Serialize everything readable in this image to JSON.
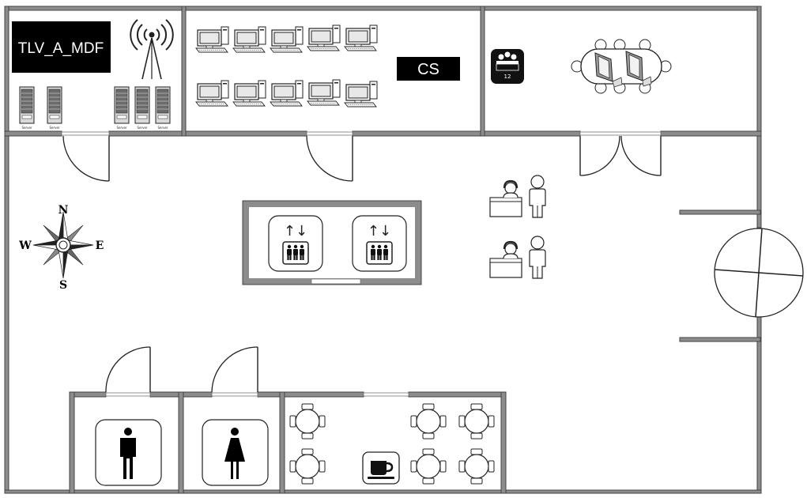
{
  "labels": {
    "mdf": "TLV_A_MDF",
    "cs": "CS",
    "server": "Server",
    "meeting_capacity": "12"
  },
  "compass": {
    "north": "N",
    "south": "S",
    "east": "E",
    "west": "W"
  },
  "elevator": {
    "arrows": "↑↓"
  },
  "colors": {
    "wall": "#8c8c8c",
    "label_bg": "#000000",
    "label_fg": "#ffffff"
  },
  "icons": [
    "antenna-icon",
    "server-icon",
    "desktop-computer-icon",
    "meeting-room-icon",
    "conference-table-icon",
    "reception-desk-icon",
    "compass-rose-icon",
    "elevator-icon",
    "man-icon",
    "woman-icon",
    "dining-table-icon",
    "coffee-cup-icon",
    "revolving-door-icon"
  ]
}
